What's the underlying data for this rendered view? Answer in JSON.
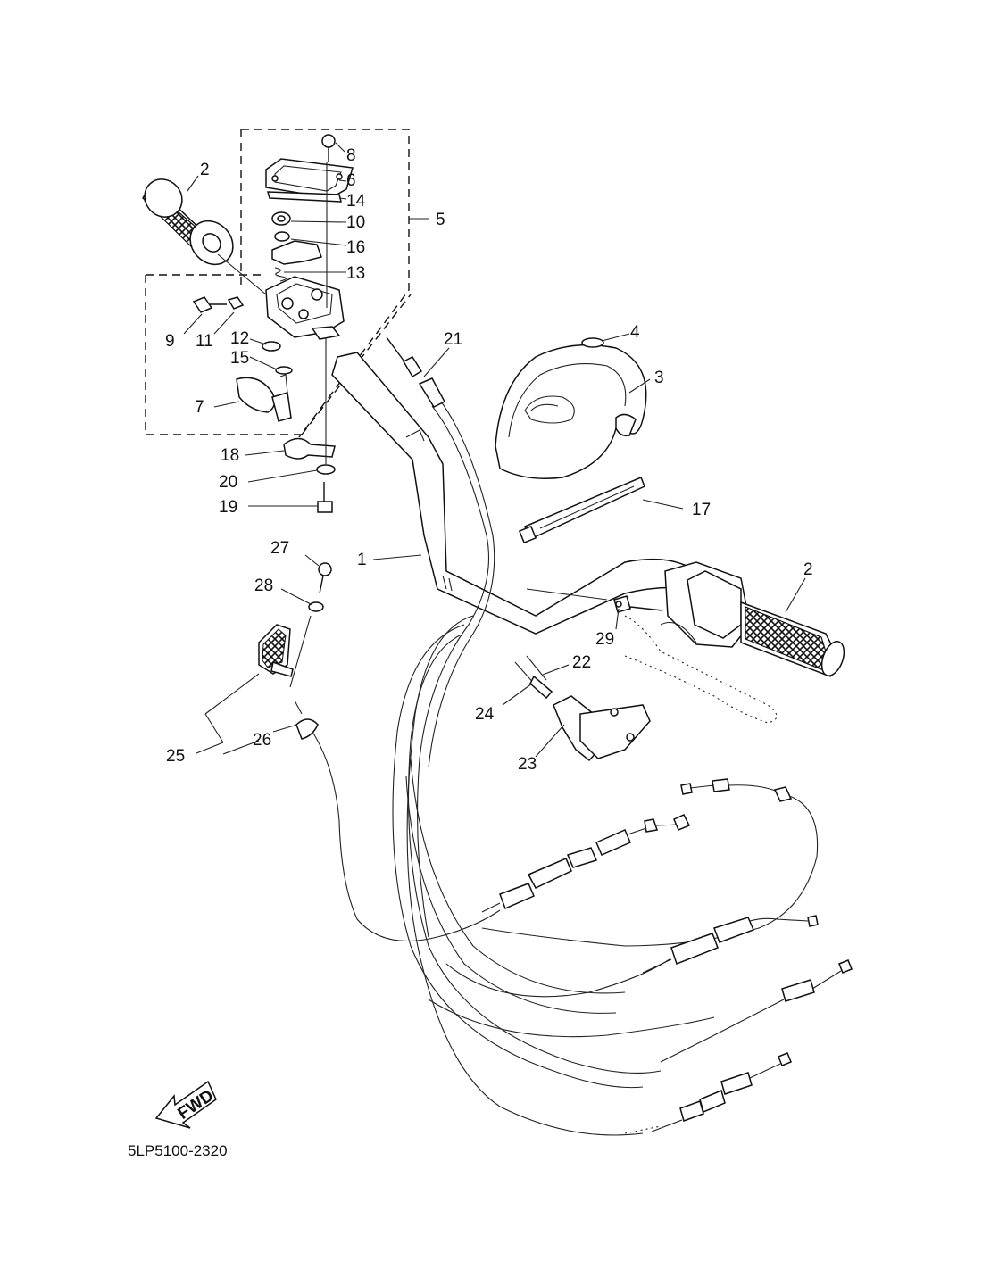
{
  "diagram": {
    "code": "5LP5100-2320",
    "fwd_label": "FWD",
    "callouts": [
      "1",
      "2",
      "2",
      "3",
      "4",
      "5",
      "6",
      "7",
      "8",
      "9",
      "10",
      "11",
      "12",
      "13",
      "14",
      "15",
      "16",
      "17",
      "18",
      "19",
      "20",
      "21",
      "22",
      "23",
      "24",
      "25",
      "26",
      "27",
      "28",
      "29"
    ]
  }
}
